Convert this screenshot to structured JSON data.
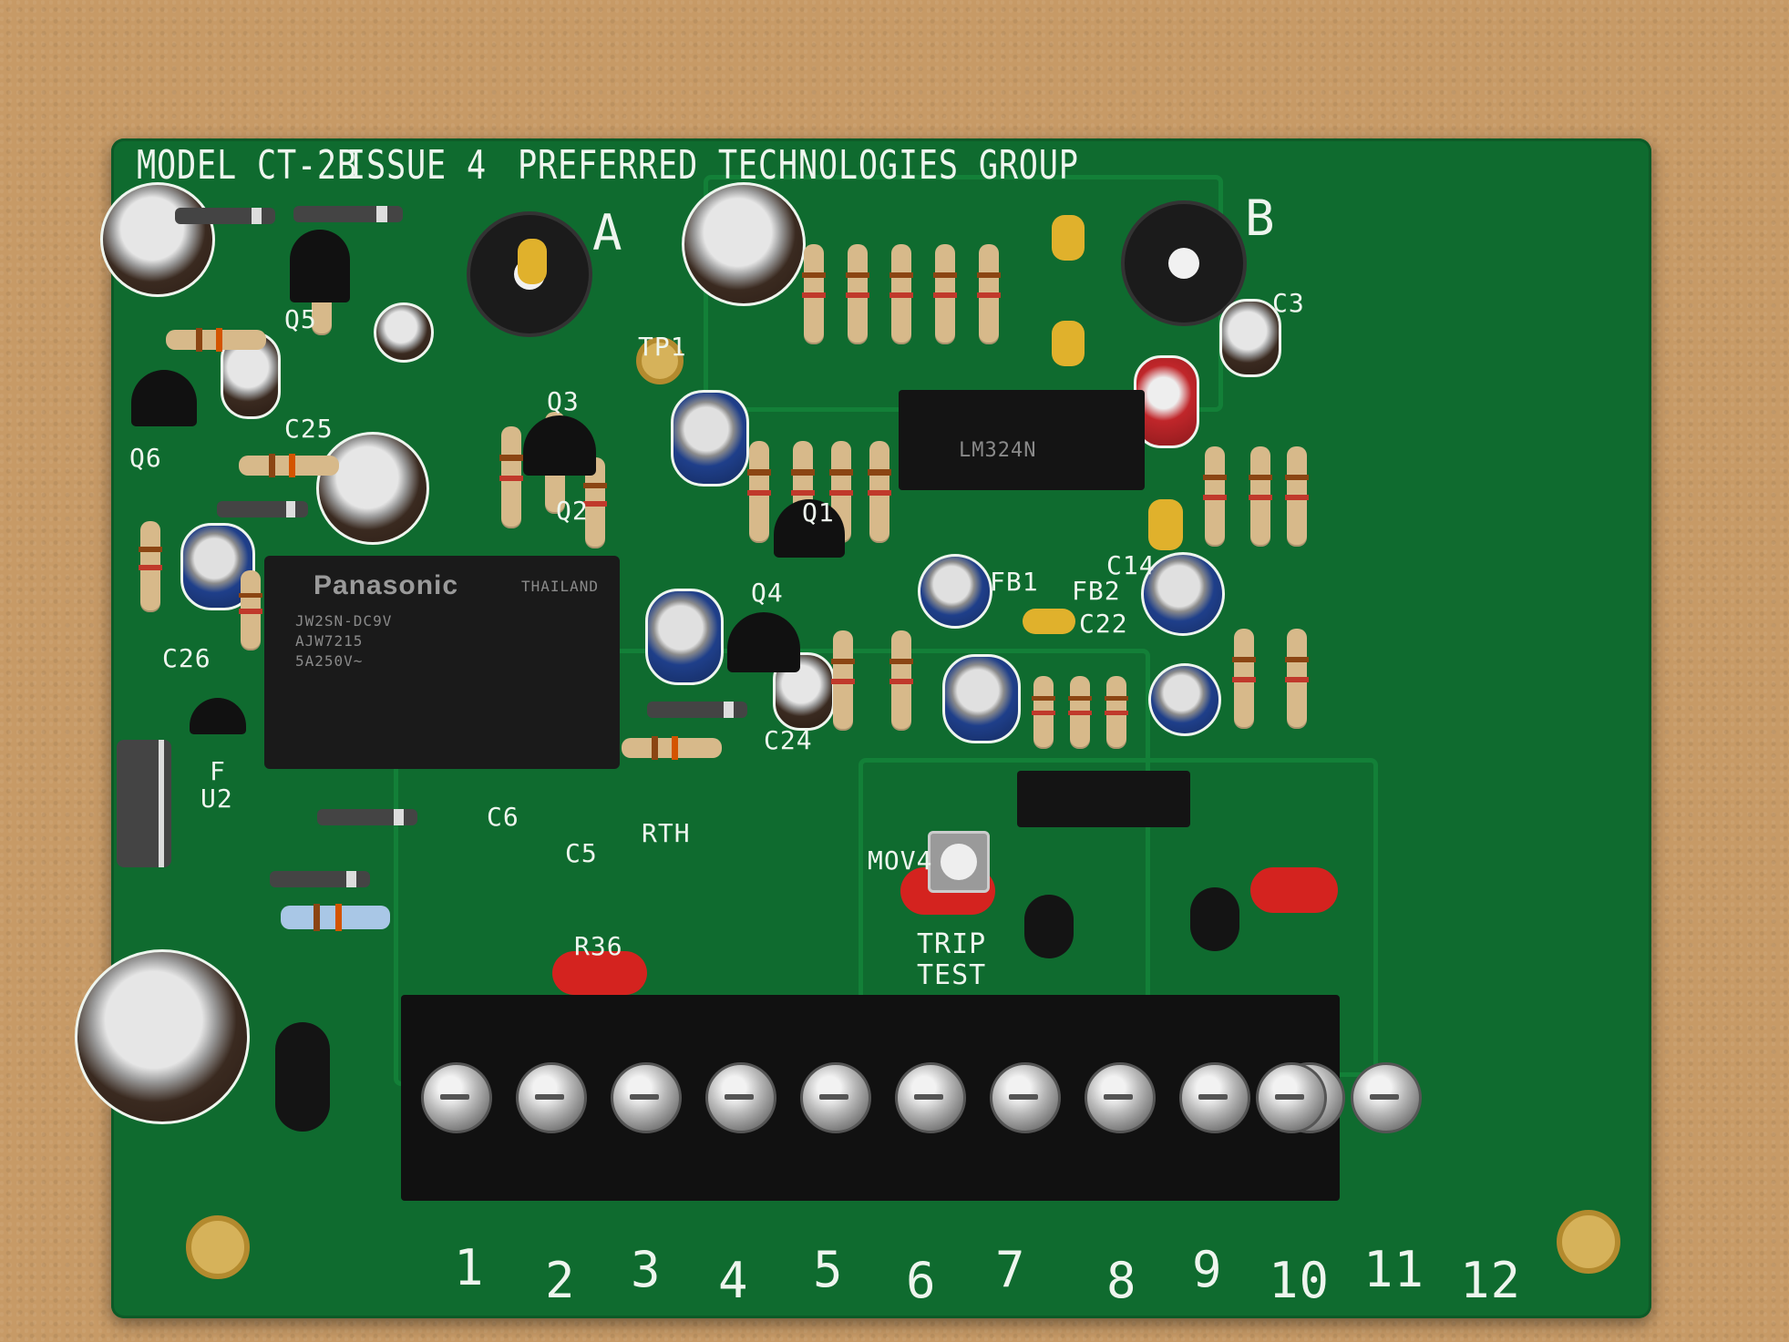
{
  "board": {
    "model": "MODEL CT-2B",
    "issue": "ISSUE 4",
    "maker": "PREFERRED TECHNOLOGIES GROUP"
  },
  "labels": {
    "pot_a": "A",
    "pot_b": "B",
    "tp1": "TP1",
    "q5": "Q5",
    "q6": "Q6",
    "q3": "Q3",
    "q2": "Q2",
    "q1": "Q1",
    "q4": "Q4",
    "c25": "C25",
    "c26": "C26",
    "c24": "C24",
    "c3": "C3",
    "c14": "C14",
    "c22": "C22",
    "c6": "C6",
    "c5": "C5",
    "fb1": "FB1",
    "fb2": "FB2",
    "f": "F",
    "u2": "U2",
    "rth": "RTH",
    "mov4": "MOV4",
    "r36": "R36",
    "trip_test": "TRIP TEST",
    "ic_text": "LM324N"
  },
  "relay": {
    "brand": "Panasonic",
    "origin": "THAILAND",
    "line1": "JW2SN-DC9V",
    "line2": "AJW7215",
    "line3": "5A250V~"
  },
  "terminals": [
    "1",
    "2",
    "3",
    "4",
    "5",
    "6",
    "7",
    "8",
    "9",
    "10",
    "11",
    "12"
  ]
}
